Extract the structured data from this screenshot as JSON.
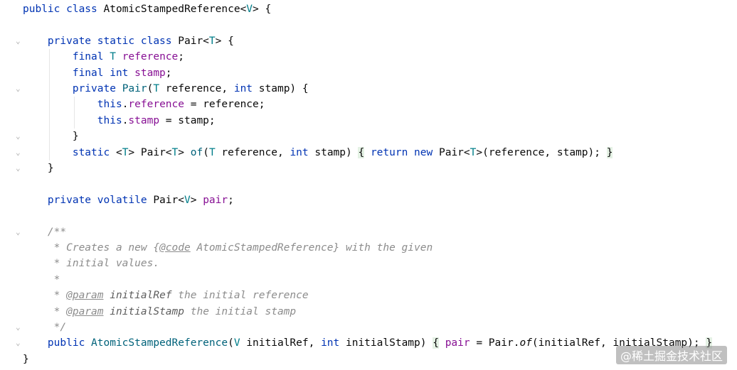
{
  "editor": {
    "lines": [
      [
        {
          "t": "public class ",
          "c": "k"
        },
        {
          "t": "AtomicStampedReference",
          "c": "p"
        },
        {
          "t": "<",
          "c": "p"
        },
        {
          "t": "V",
          "c": "t"
        },
        {
          "t": "> {",
          "c": "p"
        }
      ],
      [],
      [
        {
          "t": "    private static class ",
          "c": "k"
        },
        {
          "t": "Pair",
          "c": "p"
        },
        {
          "t": "<",
          "c": "p"
        },
        {
          "t": "T",
          "c": "t"
        },
        {
          "t": "> {",
          "c": "p"
        }
      ],
      [
        {
          "t": "        final ",
          "c": "k"
        },
        {
          "t": "T",
          "c": "t"
        },
        {
          "t": " ",
          "c": "p"
        },
        {
          "t": "reference",
          "c": "f"
        },
        {
          "t": ";",
          "c": "p"
        }
      ],
      [
        {
          "t": "        final int ",
          "c": "k"
        },
        {
          "t": "stamp",
          "c": "f"
        },
        {
          "t": ";",
          "c": "p"
        }
      ],
      [
        {
          "t": "        private ",
          "c": "k"
        },
        {
          "t": "Pair",
          "c": "m"
        },
        {
          "t": "(",
          "c": "p"
        },
        {
          "t": "T",
          "c": "t"
        },
        {
          "t": " reference, ",
          "c": "p"
        },
        {
          "t": "int",
          "c": "k"
        },
        {
          "t": " stamp) {",
          "c": "p"
        }
      ],
      [
        {
          "t": "            this",
          "c": "k"
        },
        {
          "t": ".",
          "c": "p"
        },
        {
          "t": "reference",
          "c": "f"
        },
        {
          "t": " = reference;",
          "c": "p"
        }
      ],
      [
        {
          "t": "            this",
          "c": "k"
        },
        {
          "t": ".",
          "c": "p"
        },
        {
          "t": "stamp",
          "c": "f"
        },
        {
          "t": " = stamp;",
          "c": "p"
        }
      ],
      [
        {
          "t": "        }",
          "c": "p"
        }
      ],
      [
        {
          "t": "        static ",
          "c": "k"
        },
        {
          "t": "<",
          "c": "p"
        },
        {
          "t": "T",
          "c": "t"
        },
        {
          "t": "> Pair<",
          "c": "p"
        },
        {
          "t": "T",
          "c": "t"
        },
        {
          "t": "> ",
          "c": "p"
        },
        {
          "t": "of",
          "c": "m"
        },
        {
          "t": "(",
          "c": "p"
        },
        {
          "t": "T",
          "c": "t"
        },
        {
          "t": " reference, ",
          "c": "p"
        },
        {
          "t": "int",
          "c": "k"
        },
        {
          "t": " stamp) ",
          "c": "p"
        },
        {
          "t": "{",
          "c": "br"
        },
        {
          "t": " ",
          "c": "p"
        },
        {
          "t": "return new ",
          "c": "k"
        },
        {
          "t": "Pair<",
          "c": "p"
        },
        {
          "t": "T",
          "c": "t"
        },
        {
          "t": ">(reference, stamp); ",
          "c": "p"
        },
        {
          "t": "}",
          "c": "br"
        }
      ],
      [
        {
          "t": "    }",
          "c": "p"
        }
      ],
      [],
      [
        {
          "t": "    private volatile ",
          "c": "k"
        },
        {
          "t": "Pair<",
          "c": "p"
        },
        {
          "t": "V",
          "c": "t"
        },
        {
          "t": "> ",
          "c": "p"
        },
        {
          "t": "pair",
          "c": "f"
        },
        {
          "t": ";",
          "c": "p"
        }
      ],
      [],
      [
        {
          "t": "    /**",
          "c": "c"
        }
      ],
      [
        {
          "t": "     * Creates a new {",
          "c": "c"
        },
        {
          "t": "@code",
          "c": "ct"
        },
        {
          "t": " AtomicStampedReference} with the given",
          "c": "c"
        }
      ],
      [
        {
          "t": "     * initial values.",
          "c": "c"
        }
      ],
      [
        {
          "t": "     *",
          "c": "c"
        }
      ],
      [
        {
          "t": "     * ",
          "c": "c"
        },
        {
          "t": "@param",
          "c": "ct"
        },
        {
          "t": " ",
          "c": "c"
        },
        {
          "t": "initialRef",
          "c": "cb"
        },
        {
          "t": " the initial reference",
          "c": "c"
        }
      ],
      [
        {
          "t": "     * ",
          "c": "c"
        },
        {
          "t": "@param",
          "c": "ct"
        },
        {
          "t": " ",
          "c": "c"
        },
        {
          "t": "initialStamp",
          "c": "cb"
        },
        {
          "t": " the initial stamp",
          "c": "c"
        }
      ],
      [
        {
          "t": "     */",
          "c": "c"
        }
      ],
      [
        {
          "t": "    public ",
          "c": "k"
        },
        {
          "t": "AtomicStampedReference",
          "c": "m"
        },
        {
          "t": "(",
          "c": "p"
        },
        {
          "t": "V",
          "c": "t"
        },
        {
          "t": " initialRef, ",
          "c": "p"
        },
        {
          "t": "int",
          "c": "k"
        },
        {
          "t": " initialStamp) ",
          "c": "p"
        },
        {
          "t": "{",
          "c": "br"
        },
        {
          "t": " ",
          "c": "p"
        },
        {
          "t": "pair",
          "c": "f"
        },
        {
          "t": " = Pair.",
          "c": "p"
        },
        {
          "t": "of",
          "c": "it"
        },
        {
          "t": "(initialRef, initialStamp); ",
          "c": "p"
        },
        {
          "t": "}",
          "c": "br"
        }
      ],
      [
        {
          "t": "}",
          "c": "p"
        }
      ]
    ],
    "fold_lines": [
      2,
      5,
      8,
      9,
      10,
      14,
      20,
      21
    ]
  },
  "colors": {
    "keyword": "#0033b3",
    "type_param": "#007e8a",
    "field": "#871094",
    "method": "#00627a",
    "comment": "#8c8c8c",
    "brace_highlight": "#e4f1e4"
  },
  "watermark": "@稀土掘金技术社区"
}
